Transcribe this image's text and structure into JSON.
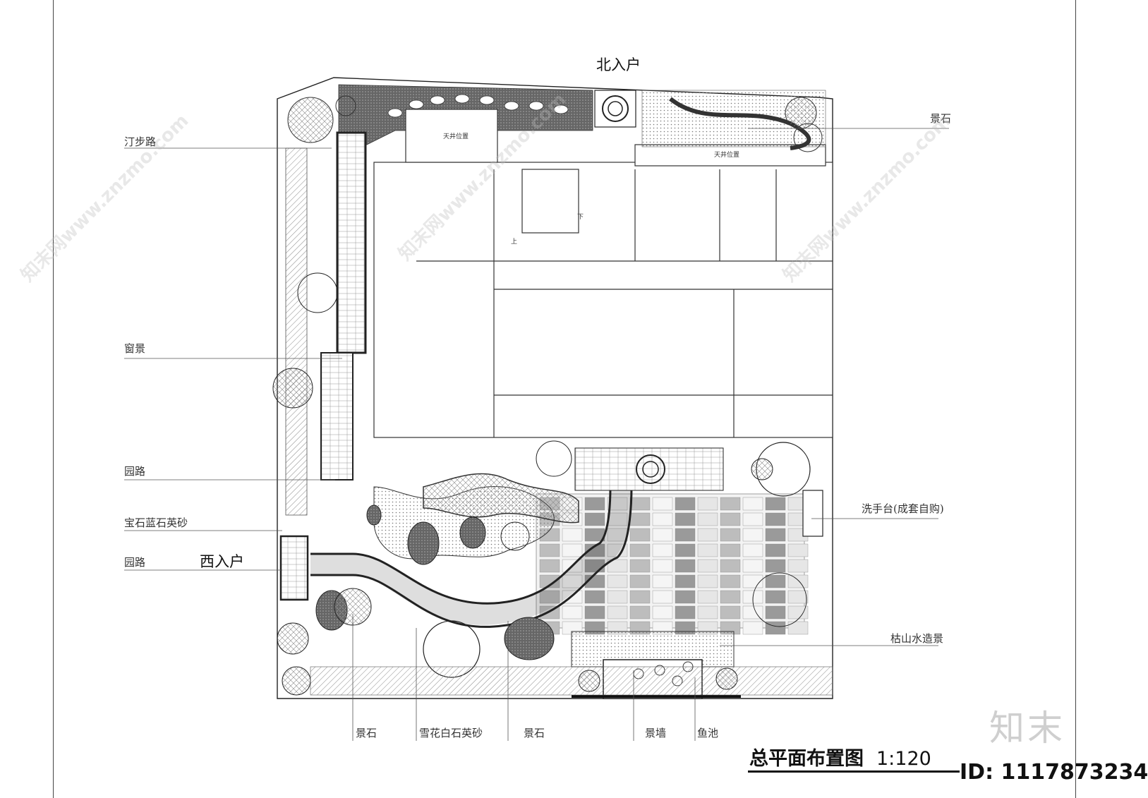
{
  "labels": {
    "north_entry": "北入户",
    "west_entry": "西入户",
    "skylight_1": "天井位置",
    "skylight_2": "天井位置",
    "stair_up": "上",
    "stair_down": "下"
  },
  "callouts_left": [
    "汀步路",
    "窗景",
    "园路",
    "宝石蓝石英砂",
    "园路"
  ],
  "callouts_right": [
    "景石",
    "洗手台(成套自购)",
    "枯山水造景"
  ],
  "callouts_bottom": [
    "景石",
    "雪花白石英砂",
    "景石",
    "景墙",
    "鱼池"
  ],
  "title": {
    "main": "总平面布置图",
    "scale": "1:120"
  },
  "brand": {
    "logo_text": "知末",
    "id": "ID: 1117873234"
  },
  "watermark": {
    "text": "知末网www.znzmo.com"
  },
  "colors": {
    "line": "#222222",
    "hatch": "#8a8a8a",
    "dark_fill": "#555555"
  }
}
